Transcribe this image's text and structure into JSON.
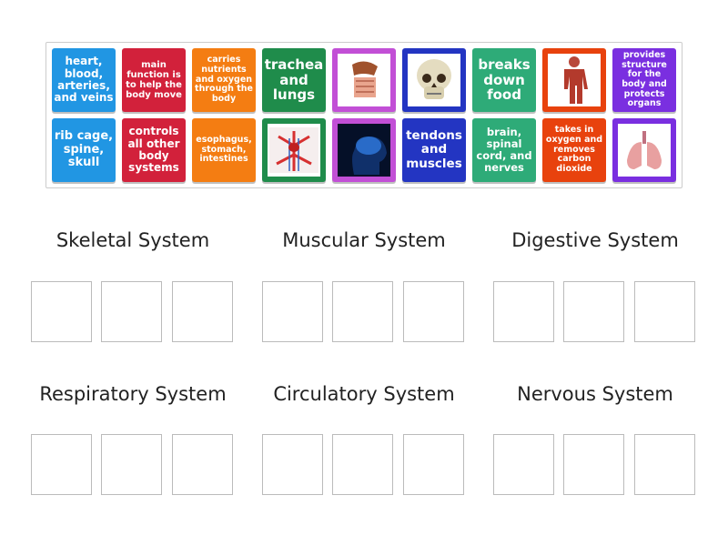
{
  "tiles": [
    {
      "text": "heart, blood, arteries, and veins",
      "color": "#2196e3",
      "size": 12
    },
    {
      "text": "main function is to help the body move",
      "color": "#d2213b",
      "size": 10
    },
    {
      "text": "carries nutrients and oxygen through the body",
      "color": "#f47d12",
      "size": 9.5
    },
    {
      "text": "trachea and lungs",
      "color": "#1f8c4b",
      "size": 15
    },
    {
      "image": "digestive-system-image",
      "color": "#c24fd6"
    },
    {
      "image": "skull-image",
      "color": "#2335c2"
    },
    {
      "text": "breaks down food",
      "color": "#2eab78",
      "size": 15
    },
    {
      "image": "muscular-system-image",
      "color": "#e8420d"
    },
    {
      "text": "provides structure for the body and protects organs",
      "color": "#7a2fe0",
      "size": 9.5
    },
    {
      "text": "rib cage, spine, skull",
      "color": "#2196e3",
      "size": 13
    },
    {
      "text": "controls all other body systems",
      "color": "#d2213b",
      "size": 12
    },
    {
      "text": "esophagus, stomach, intestines",
      "color": "#f47d12",
      "size": 9.5
    },
    {
      "image": "circulatory-system-image",
      "color": "#1f8c4b"
    },
    {
      "image": "brain-image",
      "color": "#c24fd6"
    },
    {
      "text": "tendons and muscles",
      "color": "#2335c2",
      "size": 13.5
    },
    {
      "text": "brain, spinal cord, and nerves",
      "color": "#2eab78",
      "size": 11.5
    },
    {
      "text": "takes in oxygen and removes carbon dioxide",
      "color": "#e8420d",
      "size": 9.5
    },
    {
      "image": "lungs-image",
      "color": "#7a2fe0"
    }
  ],
  "categories": [
    "Skeletal System",
    "Muscular System",
    "Digestive System",
    "Respiratory System",
    "Circulatory System",
    "Nervous System"
  ]
}
